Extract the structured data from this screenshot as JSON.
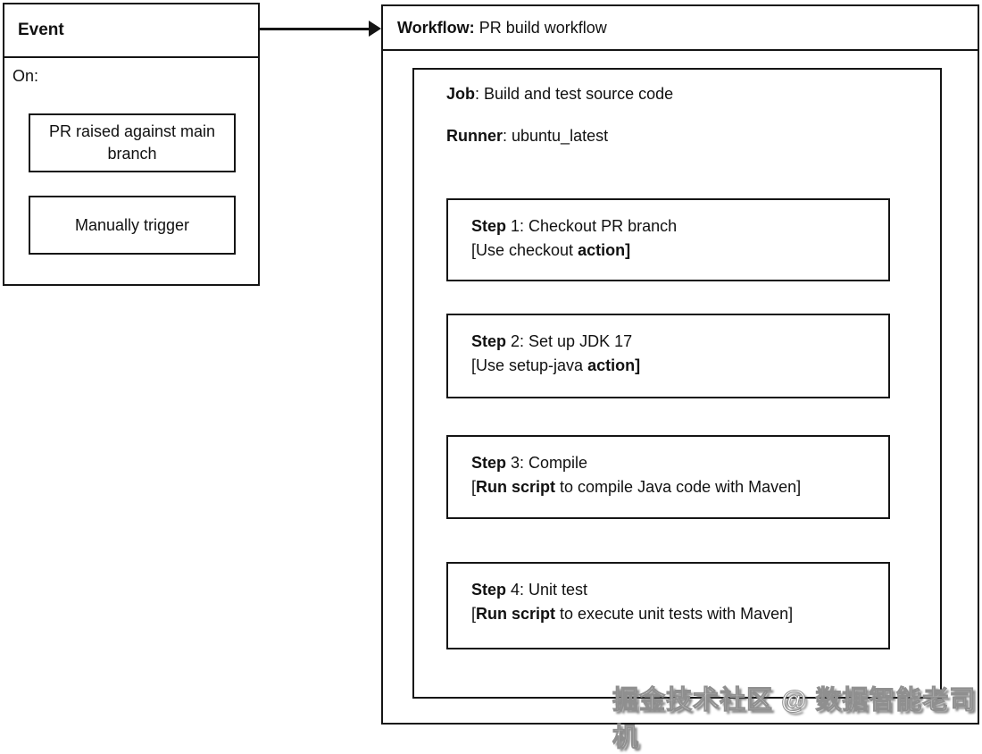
{
  "event_panel": {
    "title": "Event",
    "on_label": "On:",
    "trigger_pr": "PR raised against main branch",
    "trigger_manual": "Manually trigger"
  },
  "workflow_panel": {
    "title_bold": "Workflow:",
    "title_rest": " PR build workflow",
    "job": {
      "label_bold": "Job",
      "label_rest": ": Build and test source code",
      "runner_bold": "Runner",
      "runner_rest": ": ubuntu_latest",
      "steps": [
        {
          "line1_bold": "Step",
          "line1_rest": " 1: Checkout PR branch",
          "line2_pre": "[Use checkout ",
          "line2_bold": "action]",
          "line2_post": ""
        },
        {
          "line1_bold": "Step",
          "line1_rest": " 2: Set up JDK 17",
          "line2_pre": "[Use setup-java ",
          "line2_bold": "action]",
          "line2_post": ""
        },
        {
          "line1_bold": "Step",
          "line1_rest": " 3: Compile",
          "line2_pre": "[",
          "line2_bold": "Run script",
          "line2_post": " to compile Java code with Maven]"
        },
        {
          "line1_bold": "Step",
          "line1_rest": " 4: Unit test",
          "line2_pre": "[",
          "line2_bold": "Run script",
          "line2_post": " to execute unit tests with Maven]"
        }
      ]
    }
  },
  "watermark": "掘金技术社区 @ 数据智能老司机",
  "colors": {
    "line": "#151515",
    "background": "#ffffff"
  }
}
